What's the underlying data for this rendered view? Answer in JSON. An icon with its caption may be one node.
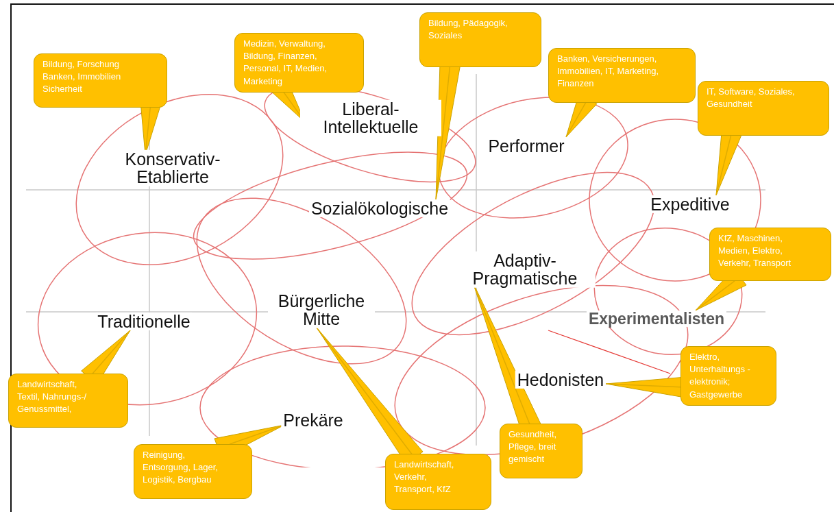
{
  "diagram": {
    "nodes": [
      {
        "text": [
          "Konservativ- Etablierte"
        ]
      },
      {
        "text": [
          "Liberal- Intellektuelle"
        ]
      },
      {
        "text": [
          "Performer"
        ]
      },
      {
        "text": [
          "Sozialökologische"
        ]
      },
      {
        "text": [
          "Expeditive"
        ]
      },
      {
        "text": [
          "Adaptiv- Pragmatische"
        ]
      },
      {
        "text": [
          "Bürgerliche Mitte"
        ]
      },
      {
        "text": [
          "Traditionelle"
        ]
      },
      {
        "text": [
          "Experimentalisten"
        ]
      },
      {
        "text": [
          "Hedonisten"
        ]
      },
      {
        "text": [
          "Prekäre"
        ]
      },
      {
        "text": [
          "Bildung, Forschung Banken, Immobilien Sicherheit"
        ]
      },
      {
        "text": [
          "Medizin, Verwaltung, Bildung, Finanzen, Personal, IT, Medien, Marketing"
        ]
      },
      {
        "text": [
          "Bildung, Pädagogik, Soziales"
        ]
      },
      {
        "text": [
          "Banken, Versicherungen, Immobilien, IT, Marketing, Finanzen"
        ]
      },
      {
        "text": [
          "IT, Software, Soziales, Gesundheit"
        ]
      },
      {
        "text": [
          "KfZ, Maschinen, Medien, Elektro, Verkehr, Transport"
        ]
      },
      {
        "text": [
          "Elektro, Unterhaltungs -elektronik; Gastgewerbe"
        ]
      },
      {
        "text": [
          "Gesundheit, Pflege, breit gemischt"
        ]
      },
      {
        "text": [
          "Landwirtschaft, Verkehr, Transport, KfZ"
        ]
      },
      {
        "text": [
          "Reinigung, Entsorgung, Lager, Logistik, Bergbau"
        ]
      },
      {
        "text": [
          "Landwirtschaft, Textil, Nahrungs-/ Genussmittel,"
        ]
      }
    ],
    "edges": [
      {
        "from": 11,
        "to": 0,
        "arrow": "none"
      },
      {
        "from": 12,
        "to": 1,
        "arrow": "none"
      },
      {
        "from": 13,
        "to": 3,
        "arrow": "none"
      },
      {
        "from": 14,
        "to": 2,
        "arrow": "none"
      },
      {
        "from": 15,
        "to": 4,
        "arrow": "none"
      },
      {
        "from": 16,
        "to": 8,
        "arrow": "none"
      },
      {
        "from": 17,
        "to": 9,
        "arrow": "none"
      },
      {
        "from": 18,
        "to": 5,
        "arrow": "none"
      },
      {
        "from": 19,
        "to": 6,
        "arrow": "none"
      },
      {
        "from": 20,
        "to": 10,
        "arrow": "none"
      },
      {
        "from": 21,
        "to": 7,
        "arrow": "none"
      }
    ]
  }
}
